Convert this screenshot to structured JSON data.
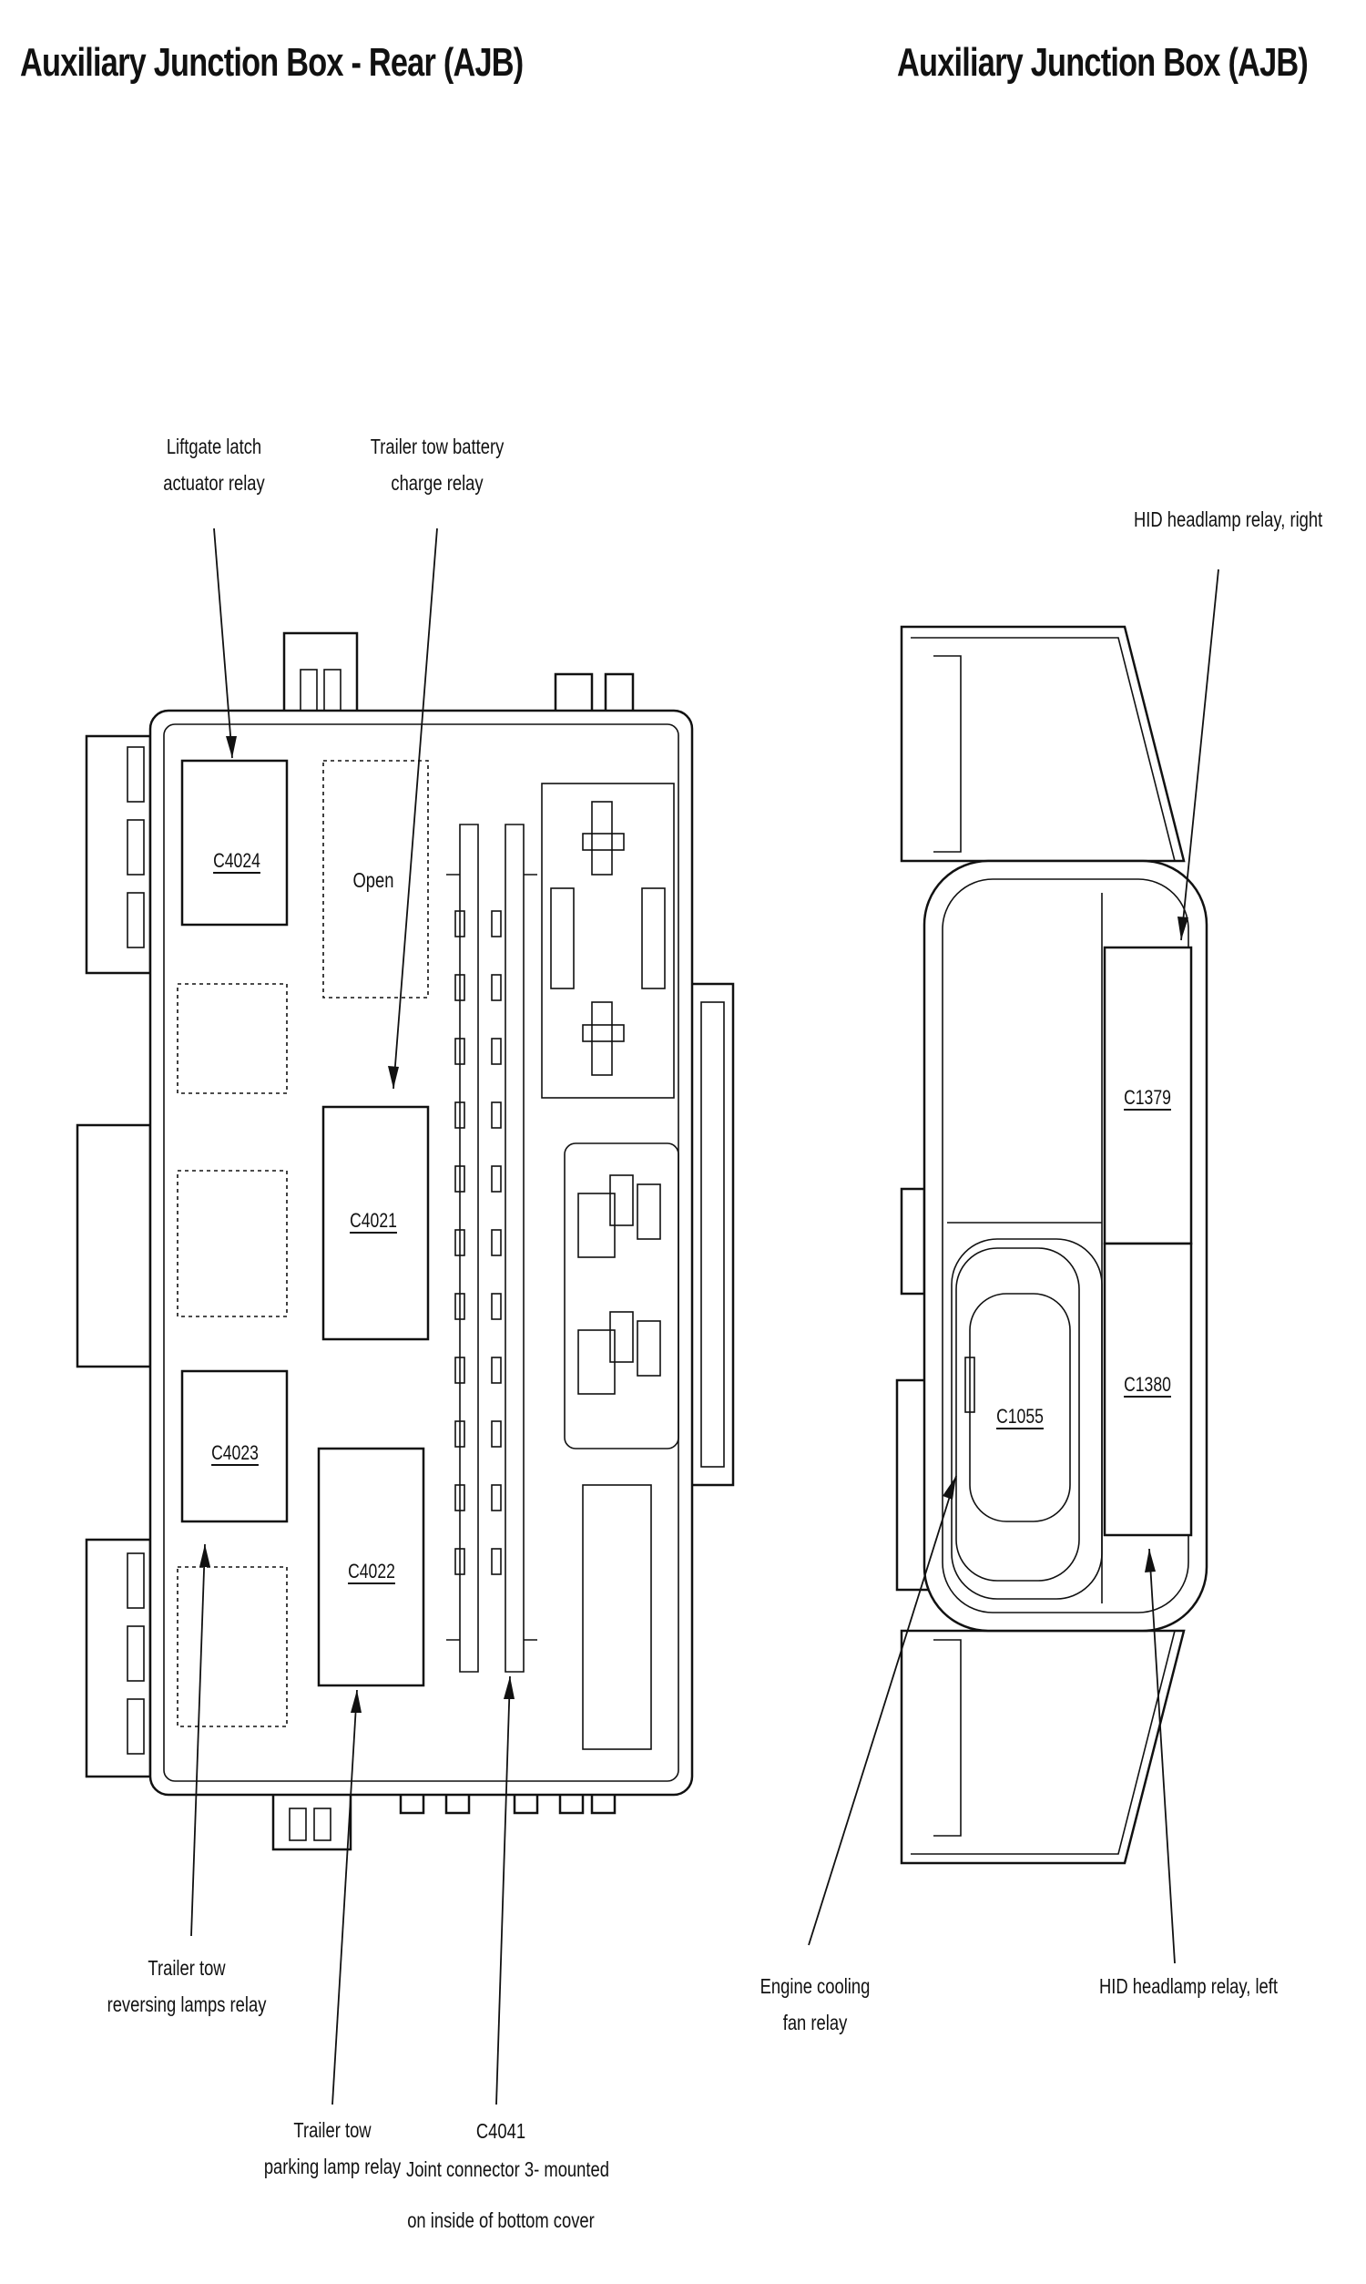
{
  "titles": {
    "left": "Auxiliary Junction Box - Rear (AJB)",
    "right": "Auxiliary Junction Box (AJB)"
  },
  "rear_box": {
    "relays": [
      {
        "code": "C4024"
      },
      {
        "code": "Open"
      },
      {
        "code": "C4021"
      },
      {
        "code": "C4023"
      },
      {
        "code": "C4022"
      }
    ],
    "callouts": {
      "liftgate": [
        "Liftgate latch",
        "actuator relay"
      ],
      "battery_charge": [
        "Trailer tow battery",
        "charge relay"
      ],
      "reversing": [
        "Trailer tow",
        "reversing lamps relay"
      ],
      "parking": [
        "Trailer tow",
        "parking lamp relay"
      ],
      "joint": [
        "C4041",
        "Joint connector 3- mounted",
        "on inside of bottom cover"
      ]
    }
  },
  "front_box": {
    "relays": [
      {
        "code": "C1379"
      },
      {
        "code": "C1380"
      },
      {
        "code": "C1055"
      }
    ],
    "callouts": {
      "hid_right": "HID headlamp relay, right",
      "hid_left": "HID headlamp relay, left",
      "cooling_fan": [
        "Engine cooling",
        "fan relay"
      ]
    }
  }
}
